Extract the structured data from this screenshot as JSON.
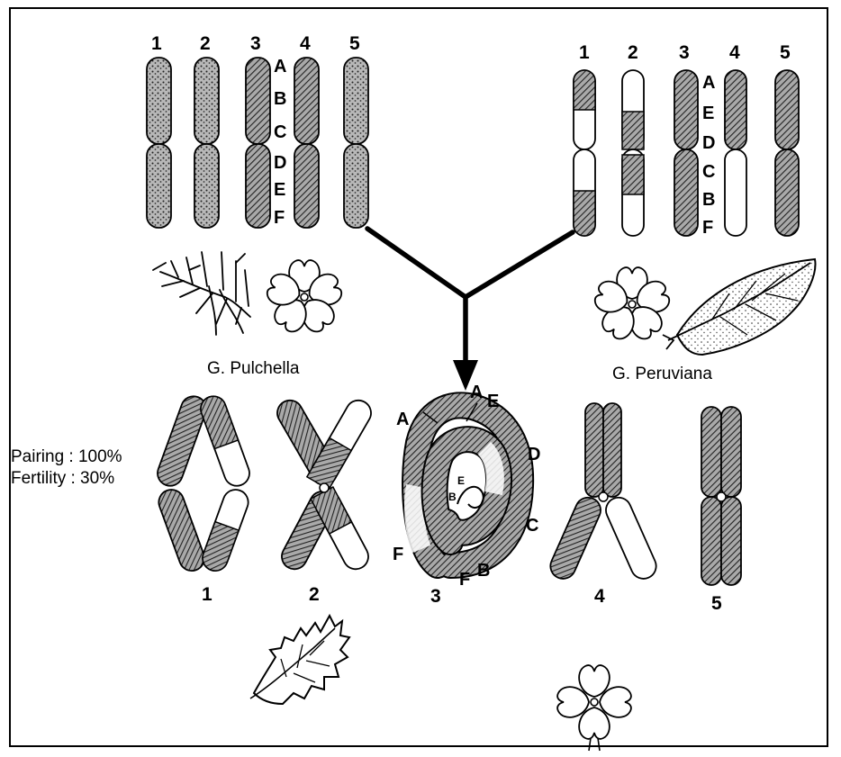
{
  "left_species": {
    "name": "G. Pulchella",
    "chromosome_numbers": [
      "1",
      "2",
      "3",
      "4",
      "5"
    ],
    "chromosome3_genes": [
      "A",
      "B",
      "C",
      "D",
      "E",
      "F"
    ]
  },
  "right_species": {
    "name": "G. Peruviana",
    "chromosome_numbers": [
      "1",
      "2",
      "3",
      "4",
      "5"
    ],
    "chromosome3_genes": [
      "A",
      "E",
      "D",
      "C",
      "B",
      "F"
    ]
  },
  "hybrid": {
    "stats": {
      "pairing": "Pairing : 100%",
      "fertility": "Fertility : 30%"
    },
    "pair_numbers": [
      "1",
      "2",
      "3",
      "4",
      "5"
    ],
    "loop_genes": {
      "A_left": "A",
      "A_top": "A",
      "E_top": "E",
      "D": "D",
      "C": "C",
      "F_bottom": "F",
      "F_left": "F",
      "B": "B",
      "E_inner": "E",
      "B_inner": "B"
    }
  },
  "colors": {
    "ink": "#000000",
    "hatch_fill": "#888888",
    "paper": "#ffffff"
  },
  "icons": [
    "pinnate-leaf-icon",
    "flower-icon",
    "serrate-leaf-icon",
    "lobed-leaf-icon"
  ]
}
